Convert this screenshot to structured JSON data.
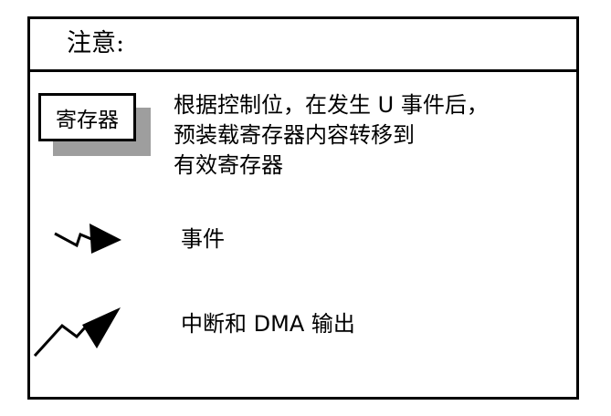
{
  "header": {
    "title": "注意:"
  },
  "register": {
    "label": "寄存器",
    "description_lines": [
      "根据控制位，在发生 U 事件后，",
      "预装载寄存器内容转移到",
      "有效寄存器"
    ]
  },
  "legend": {
    "event": {
      "icon": "event-arrow-icon",
      "label": "事件"
    },
    "interrupt": {
      "icon": "interrupt-dma-arrow-icon",
      "label": "中断和 DMA 输出"
    }
  },
  "colors": {
    "border": "#000000",
    "shadow": "#9e9e9e",
    "background": "#ffffff"
  }
}
